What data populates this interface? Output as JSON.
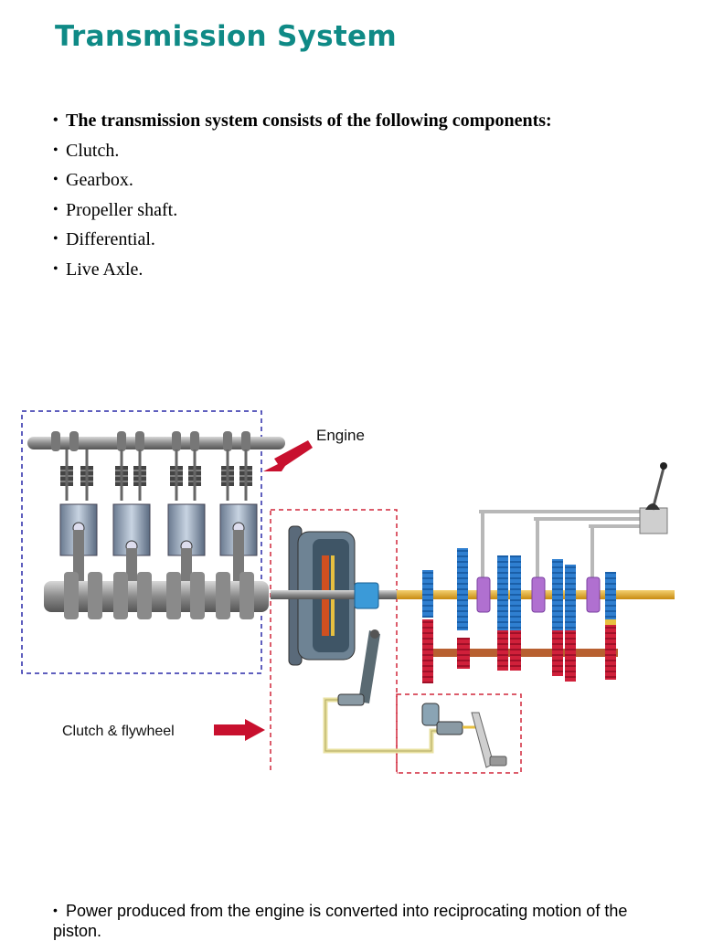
{
  "slide": {
    "title": "Transmission System",
    "bullets": [
      "The transmission system consists of the following components:",
      "Clutch.",
      "Gearbox.",
      "Propeller shaft.",
      "Differential.",
      "Live Axle."
    ],
    "bottom_text": "Power produced from the engine is converted into reciprocating motion of the piston."
  },
  "diagram": {
    "labels": {
      "engine": "Engine",
      "clutch_flywheel": "Clutch & flywheel"
    },
    "colors": {
      "title": "#0f8a86",
      "engine_box": "#2a2aa8",
      "clutch_box": "#d0263a",
      "arrow": "#c8102e",
      "gear_blue": "#2f7fd0",
      "gear_red": "#d0203a",
      "gear_violet": "#b070d0",
      "shaft_gold": "#e0a020",
      "pipe_yellow": "#e8e0a0"
    },
    "icons": [
      "camshaft-icon",
      "piston-icon",
      "crankshaft-icon",
      "flywheel-icon",
      "gear-icon",
      "gear-lever-icon",
      "clutch-pedal-icon"
    ]
  }
}
